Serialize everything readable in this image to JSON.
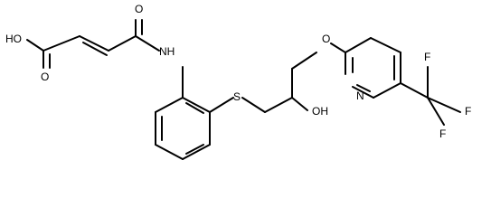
{
  "molecule": {
    "atoms": [
      {
        "id": "a1",
        "label": "HO"
      },
      {
        "id": "a2",
        "label": "O"
      },
      {
        "id": "a3",
        "label": "O"
      },
      {
        "id": "a4",
        "label": "NH"
      },
      {
        "id": "a5",
        "label": "S"
      },
      {
        "id": "a6",
        "label": "OH"
      },
      {
        "id": "a7",
        "label": "O"
      },
      {
        "id": "a8",
        "label": "N"
      },
      {
        "id": "a9",
        "label": "F"
      },
      {
        "id": "a10",
        "label": "F"
      },
      {
        "id": "a11",
        "label": "F"
      }
    ],
    "colors": {
      "bond": "#000000",
      "label": "#000000",
      "background": "#ffffff"
    }
  }
}
